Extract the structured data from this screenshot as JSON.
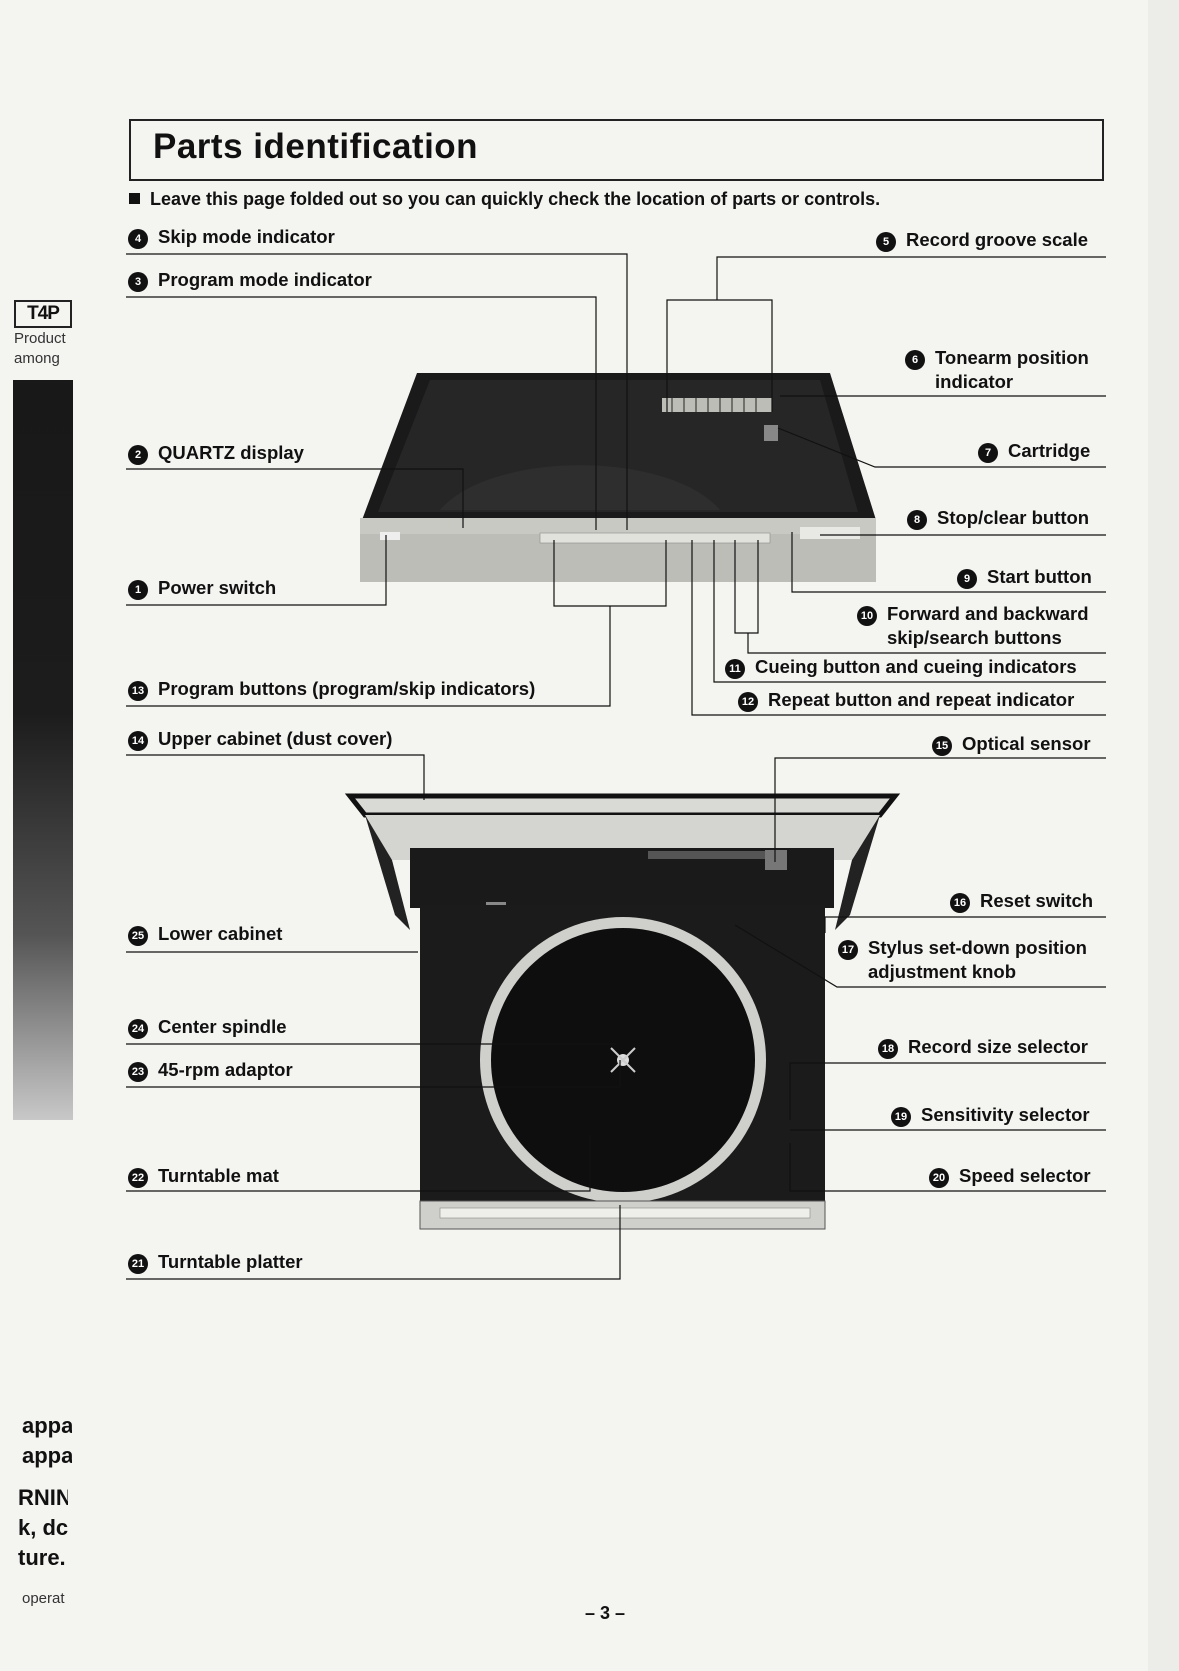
{
  "page": {
    "title": "Parts identification",
    "subtitle": "Leave this page folded out so you can quickly check the location of parts or controls.",
    "page_number": "– 3 –"
  },
  "side_margin": {
    "logo": "T4P",
    "lines": [
      "Product",
      "among"
    ],
    "bold_lines": [
      "appa",
      "appa",
      "RNIN",
      "k, dc",
      "ture."
    ],
    "footer": "operat"
  },
  "parts": [
    {
      "num": "1",
      "label": "Power switch"
    },
    {
      "num": "2",
      "label": "QUARTZ display"
    },
    {
      "num": "3",
      "label": "Program mode indicator"
    },
    {
      "num": "4",
      "label": "Skip mode indicator"
    },
    {
      "num": "5",
      "label": "Record groove scale"
    },
    {
      "num": "6",
      "label": "Tonearm position",
      "label2": "indicator"
    },
    {
      "num": "7",
      "label": "Cartridge"
    },
    {
      "num": "8",
      "label": "Stop/clear button"
    },
    {
      "num": "9",
      "label": "Start button"
    },
    {
      "num": "10",
      "label": "Forward and backward",
      "label2": "skip/search buttons"
    },
    {
      "num": "11",
      "label": "Cueing button and cueing indicators"
    },
    {
      "num": "12",
      "label": "Repeat button and repeat indicator"
    },
    {
      "num": "13",
      "label": "Program buttons (program/skip indicators)"
    },
    {
      "num": "14",
      "label": "Upper cabinet (dust cover)"
    },
    {
      "num": "15",
      "label": "Optical sensor"
    },
    {
      "num": "16",
      "label": "Reset switch"
    },
    {
      "num": "17",
      "label": "Stylus set-down position",
      "label2": "adjustment knob"
    },
    {
      "num": "18",
      "label": "Record size selector"
    },
    {
      "num": "19",
      "label": "Sensitivity selector"
    },
    {
      "num": "20",
      "label": "Speed selector"
    },
    {
      "num": "21",
      "label": "Turntable platter"
    },
    {
      "num": "22",
      "label": "Turntable mat"
    },
    {
      "num": "23",
      "label": "45-rpm adaptor"
    },
    {
      "num": "24",
      "label": "Center spindle"
    },
    {
      "num": "25",
      "label": "Lower cabinet"
    }
  ],
  "colors": {
    "ink": "#111111",
    "paper": "#f4f4f1",
    "device": "#1a1a1a",
    "device_silver": "#bdbdb8"
  }
}
